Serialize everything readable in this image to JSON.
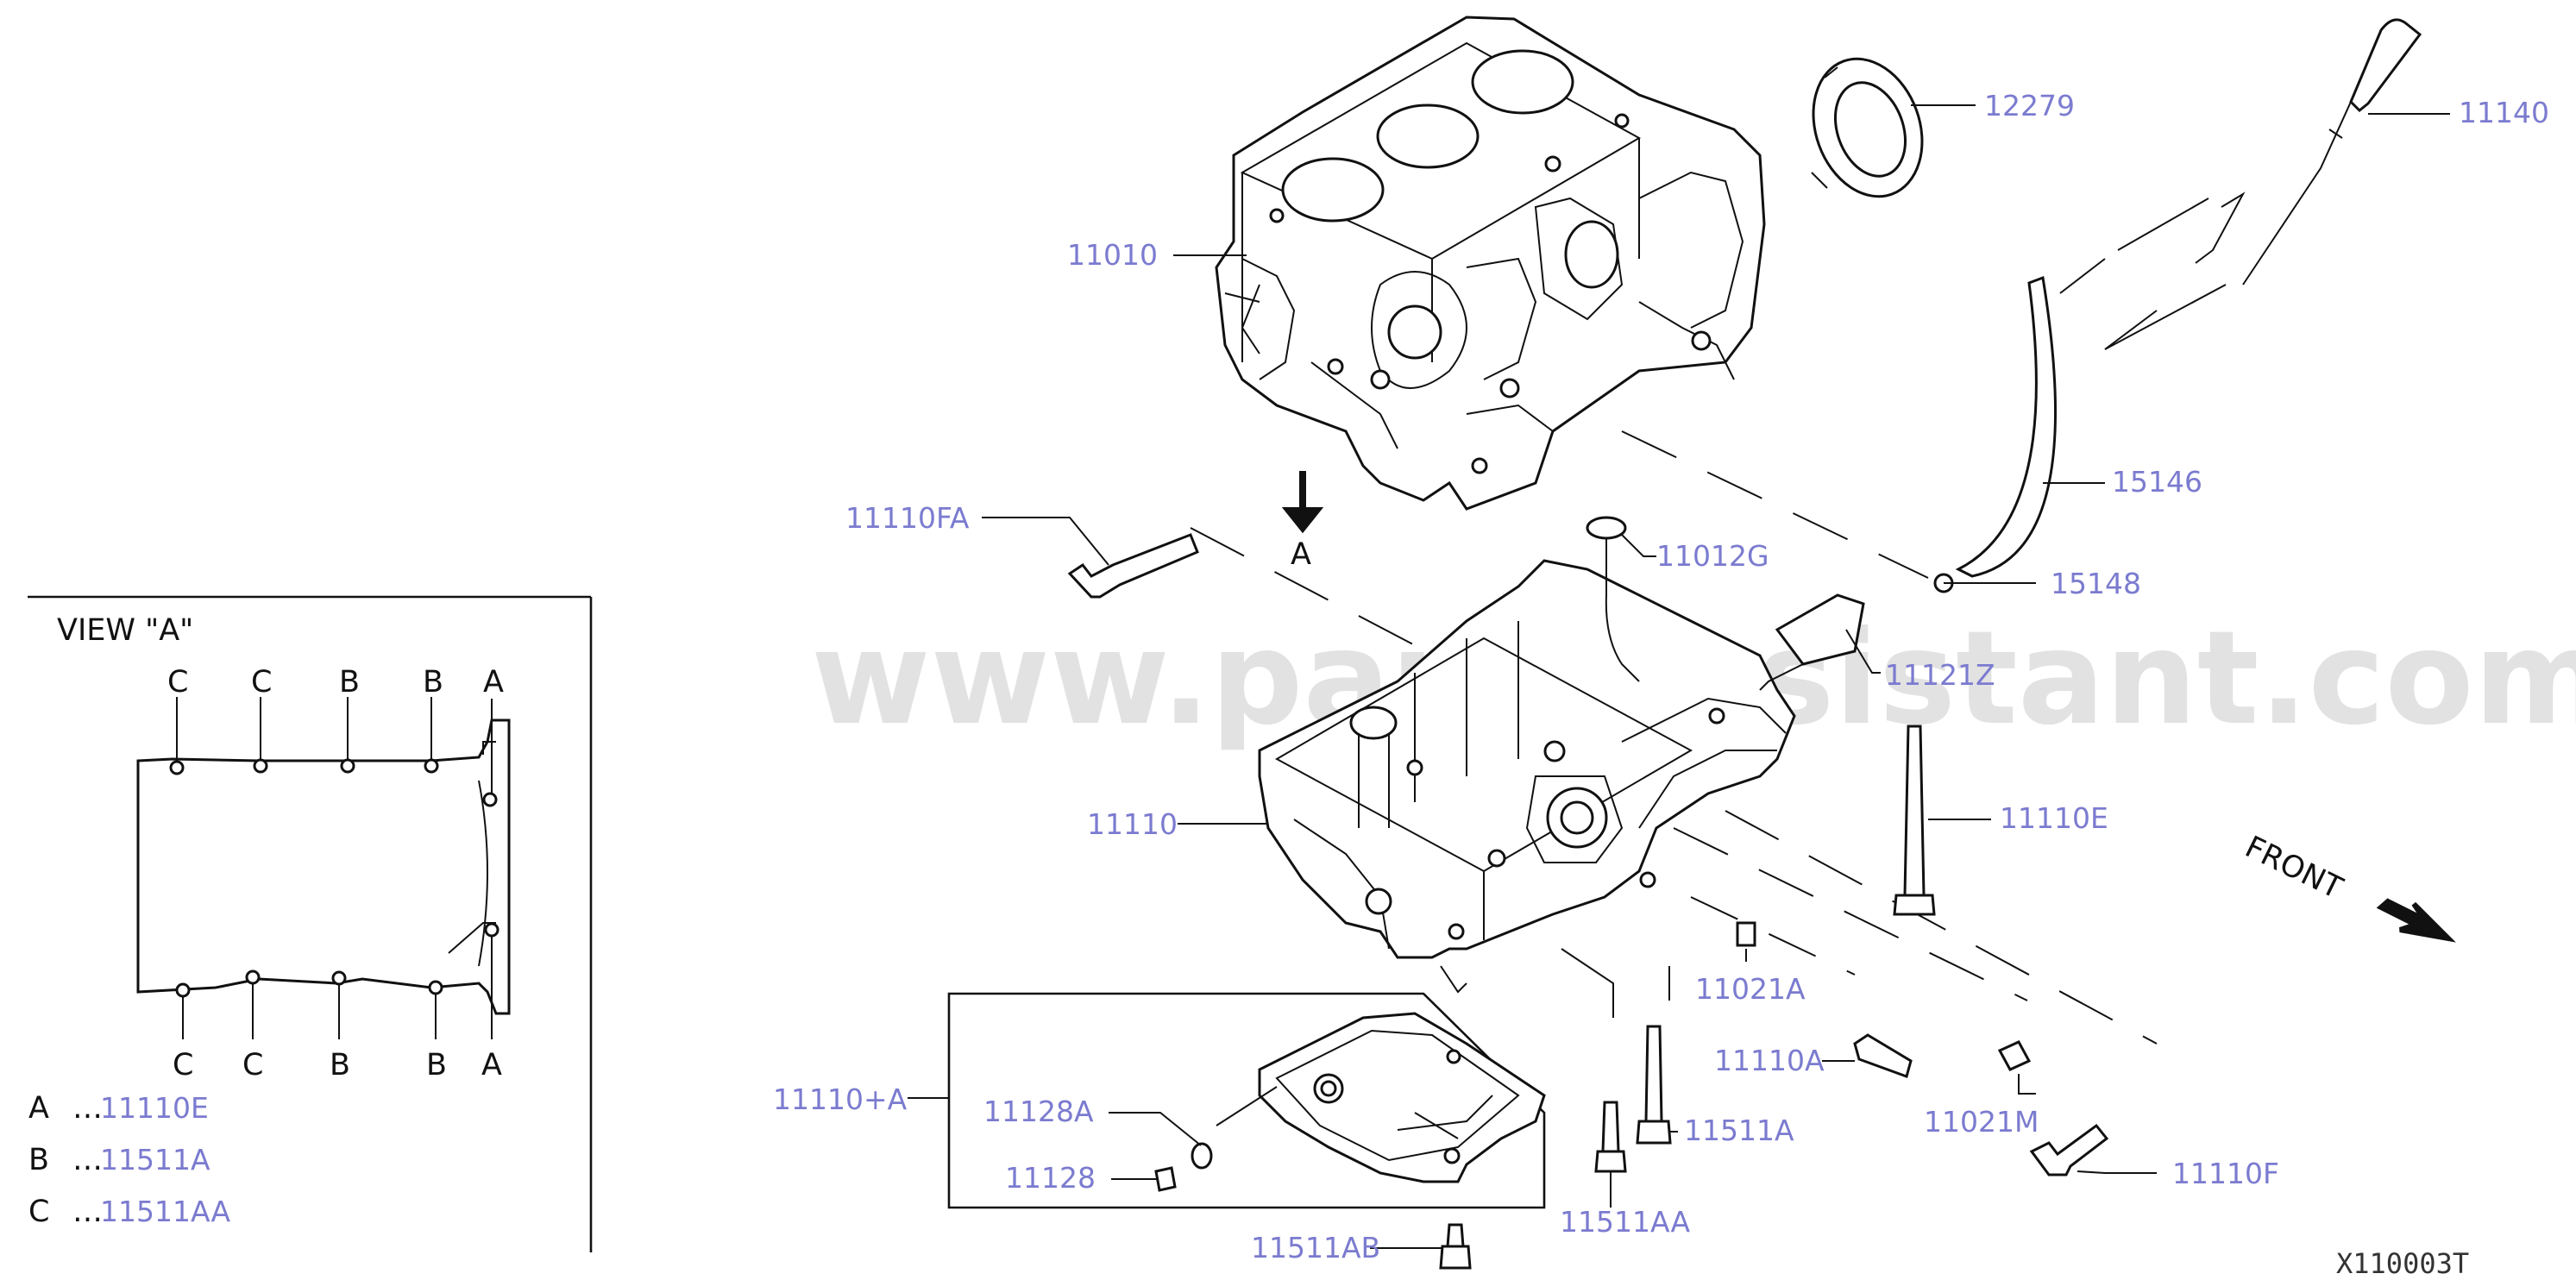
{
  "watermark": "www.partsassistant.com",
  "diagram_code": "X110003T",
  "front_label": "FRONT",
  "view_arrow_letter": "A",
  "view": {
    "title": "VIEW \"A\"",
    "top_letters": [
      "C",
      "C",
      "B",
      "B",
      "A"
    ],
    "bottom_letters": [
      "C",
      "C",
      "B",
      "B",
      "A"
    ]
  },
  "legend": [
    {
      "key": "A",
      "sep": "…",
      "part": "11110E"
    },
    {
      "key": "B",
      "sep": "…",
      "part": "11511A"
    },
    {
      "key": "C",
      "sep": "…",
      "part": "11511AA"
    }
  ],
  "callouts": [
    "12279",
    "11140",
    "11010",
    "15146",
    "15148",
    "11110FA",
    "11012G",
    "11121Z",
    "11110",
    "11110E",
    "11021A",
    "11110A",
    "11021M",
    "11511A",
    "11110+A",
    "11128A",
    "11128",
    "11511AA",
    "11110F",
    "11511AB"
  ]
}
